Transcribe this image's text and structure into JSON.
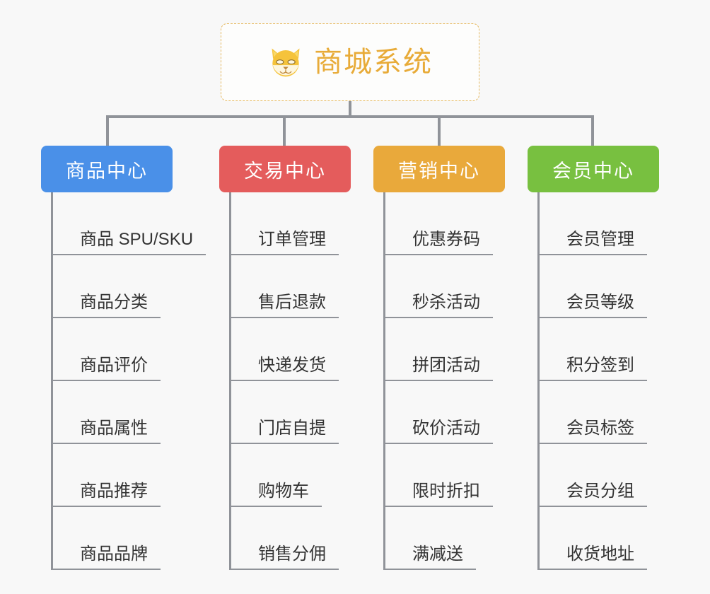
{
  "background_color": "#f8f8f8",
  "root": {
    "title": "商城系统",
    "icon": "shiba-dog-icon",
    "text_color": "#e8ab38",
    "border_color": "#e6b95f"
  },
  "connector_color": "#909399",
  "categories": [
    {
      "label": "商品中心",
      "color": "#4a90e8",
      "items": [
        {
          "label": "商品 SPU/SKU"
        },
        {
          "label": "商品分类"
        },
        {
          "label": "商品评价"
        },
        {
          "label": "商品属性"
        },
        {
          "label": "商品推荐"
        },
        {
          "label": "商品品牌"
        }
      ]
    },
    {
      "label": "交易中心",
      "color": "#e45c5c",
      "items": [
        {
          "label": "订单管理"
        },
        {
          "label": "售后退款"
        },
        {
          "label": "快递发货"
        },
        {
          "label": "门店自提"
        },
        {
          "label": "购物车"
        },
        {
          "label": "销售分佣"
        }
      ]
    },
    {
      "label": "营销中心",
      "color": "#e9a93b",
      "items": [
        {
          "label": "优惠券码"
        },
        {
          "label": "秒杀活动"
        },
        {
          "label": "拼团活动"
        },
        {
          "label": "砍价活动"
        },
        {
          "label": "限时折扣"
        },
        {
          "label": "满减送"
        }
      ]
    },
    {
      "label": "会员中心",
      "color": "#78c040",
      "items": [
        {
          "label": "会员管理"
        },
        {
          "label": "会员等级"
        },
        {
          "label": "积分签到"
        },
        {
          "label": "会员标签"
        },
        {
          "label": "会员分组"
        },
        {
          "label": "收货地址"
        }
      ]
    }
  ]
}
